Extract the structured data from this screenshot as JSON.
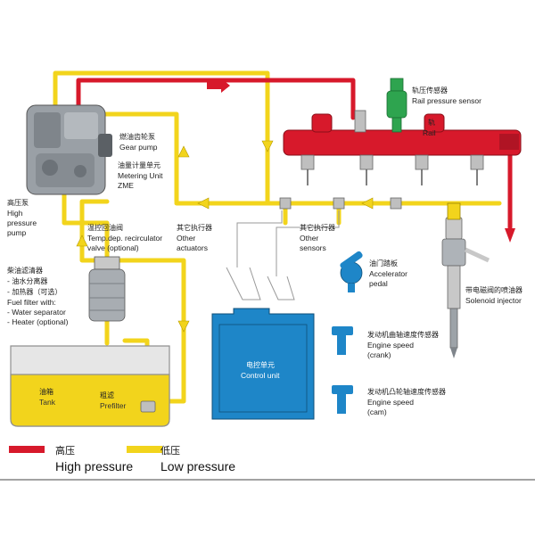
{
  "colors": {
    "high": "#d7192b",
    "low": "#f2d41c",
    "tank_fill": "#f2d41c",
    "ecu": "#1e86c8",
    "sensor": "#1e86c8",
    "rail_sensor": "#2ea44f"
  },
  "labels": {
    "gear_pump_cn": "燃油齿轮泵",
    "gear_pump_en": "Gear pump",
    "metering_cn": "油量计量单元",
    "metering_en1": "Metering Unit",
    "metering_en2": "ZME",
    "hp_pump_cn": "高压泵",
    "hp_pump_en1": "High",
    "hp_pump_en2": "pressure",
    "hp_pump_en3": "pump",
    "recirc_cn": "温控回油阀",
    "recirc_en1": "Temp.dep. recirculator",
    "recirc_en2": "valve (optional)",
    "other_act_cn": "其它执行器",
    "other_act_en1": "Other",
    "other_act_en2": "actuators",
    "other_sens_cn": "其它执行器",
    "other_sens_en1": "Other",
    "other_sens_en2": "sensors",
    "rail_sensor_cn": "轨压传感器",
    "rail_sensor_en": "Rail pressure sensor",
    "rail_cn": "轨",
    "rail_en": "Rail",
    "filter_cn1": "柴油滤清器",
    "filter_cn2": "- 油水分离器",
    "filter_cn3": "- 加热器（可选）",
    "filter_en1": "Fuel filter with:",
    "filter_en2": "- Water separator",
    "filter_en3": "- Heater (optional)",
    "pedal_cn": "油门踏板",
    "pedal_en1": "Accelerator",
    "pedal_en2": "pedal",
    "injector_cn": "带电磁阀的喷油器",
    "injector_en": "Solenoid injector",
    "ecu_cn": "电控单元",
    "ecu_en": "Control unit",
    "crank_cn": "发动机曲轴速度传感器",
    "crank_en1": "Engine speed",
    "crank_en2": "(crank)",
    "cam_cn": "发动机凸轮轴速度传感器",
    "cam_en1": "Engine speed",
    "cam_en2": "(cam)",
    "tank_cn": "油箱",
    "tank_en": "Tank",
    "prefilter_cn": "粗滤",
    "prefilter_en": "Prefilter"
  },
  "legend": {
    "high_cn": "高压",
    "high_en": "High pressure",
    "low_cn": "低压",
    "low_en": "Low pressure"
  }
}
